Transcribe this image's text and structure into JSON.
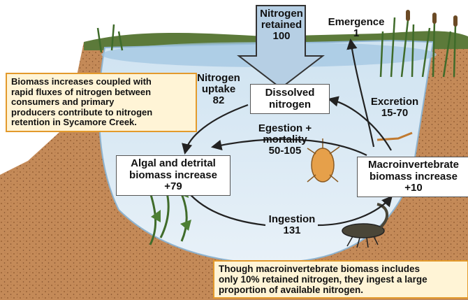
{
  "boxes": {
    "dissolved_nitrogen": "Dissolved\nnitrogen",
    "algal_detrital": "Algal and detrital\nbiomass increase\n+79",
    "macroinvertebrate": "Macroinvertebrate\nbiomass increase\n+10"
  },
  "labels": {
    "nitrogen_retained": "Nitrogen\nretained\n100",
    "emergence": "Emergence\n1",
    "nitrogen_uptake": "Nitrogen\nuptake\n82",
    "excretion": "Excretion\n15-70",
    "egestion_mortality": "Egestion +\nmortality\n50-105",
    "ingestion": "Ingestion\n131"
  },
  "notes": {
    "biomass_note": "Biomass increases coupled with\nrapid fluxes of nitrogen between\nconsumers and primary\nproducers contribute to nitrogen\nretention in Sycamore Creek.",
    "macro_note": "Though macroinvertebrate biomass includes\nonly 10% retained nitrogen, they ingest a large\nproportion of available nitrogen."
  },
  "colors": {
    "sky": "#ffffff",
    "water": "#bcd8ec",
    "water_deep": "#d9e9f4",
    "soil": "#c08352",
    "soil_dark": "#8a5533",
    "arrow_fill": "#b6cfe4",
    "note_fill": "#fff4d6",
    "note_border": "#e39a2c"
  }
}
